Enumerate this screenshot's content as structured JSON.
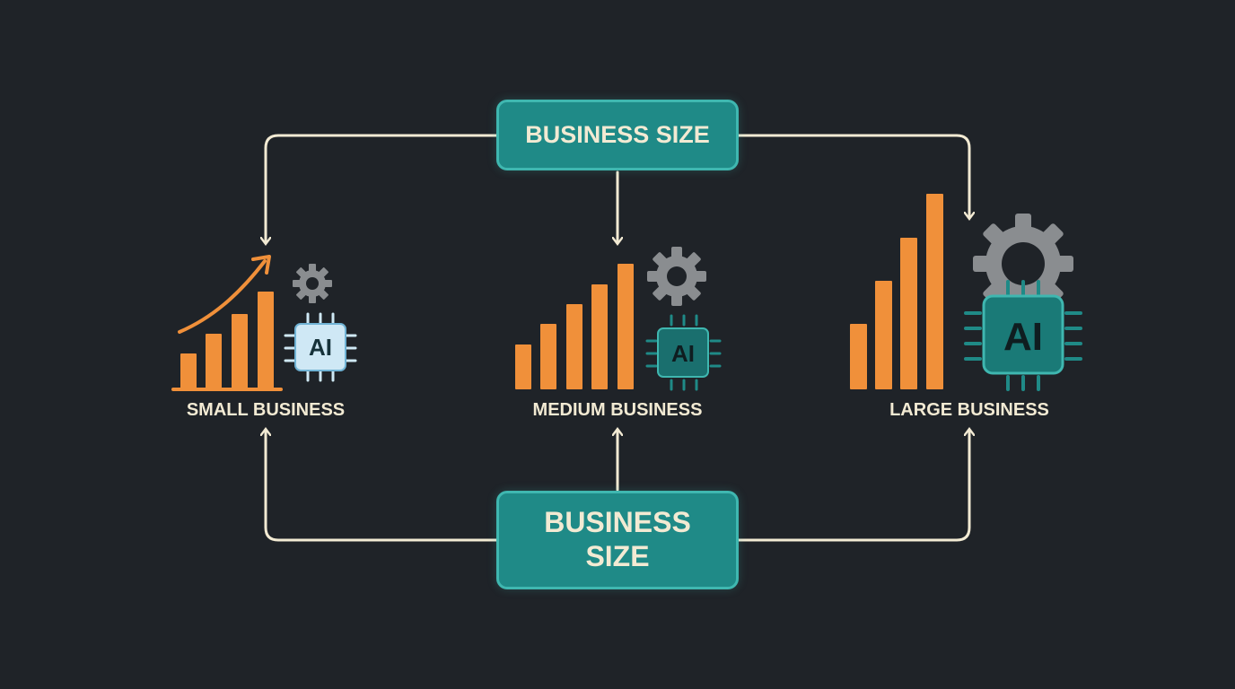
{
  "top_node": {
    "label": "BUSINESS SIZE"
  },
  "bottom_node": {
    "label": "BUSINESS\nSIZE"
  },
  "tiers": [
    {
      "label": "SMALL BUSINESS",
      "chip_text": "AI",
      "icons": [
        "bar-chart",
        "trend-arrow",
        "gear",
        "ai-chip"
      ]
    },
    {
      "label": "MEDIUM BUSINESS",
      "chip_text": "AI",
      "icons": [
        "bar-chart",
        "gear",
        "ai-chip"
      ]
    },
    {
      "label": "LARGE BUSINESS",
      "chip_text": "AI",
      "icons": [
        "bar-chart",
        "gear",
        "ai-chip"
      ]
    }
  ],
  "colors": {
    "background": "#1f2328",
    "teal": "#1f8a87",
    "teal_border": "#3fb7b0",
    "orange": "#f0903a",
    "cream": "#f2ead3",
    "gear_gray": "#8a8d90",
    "chip_light": "#cfe8f5"
  }
}
